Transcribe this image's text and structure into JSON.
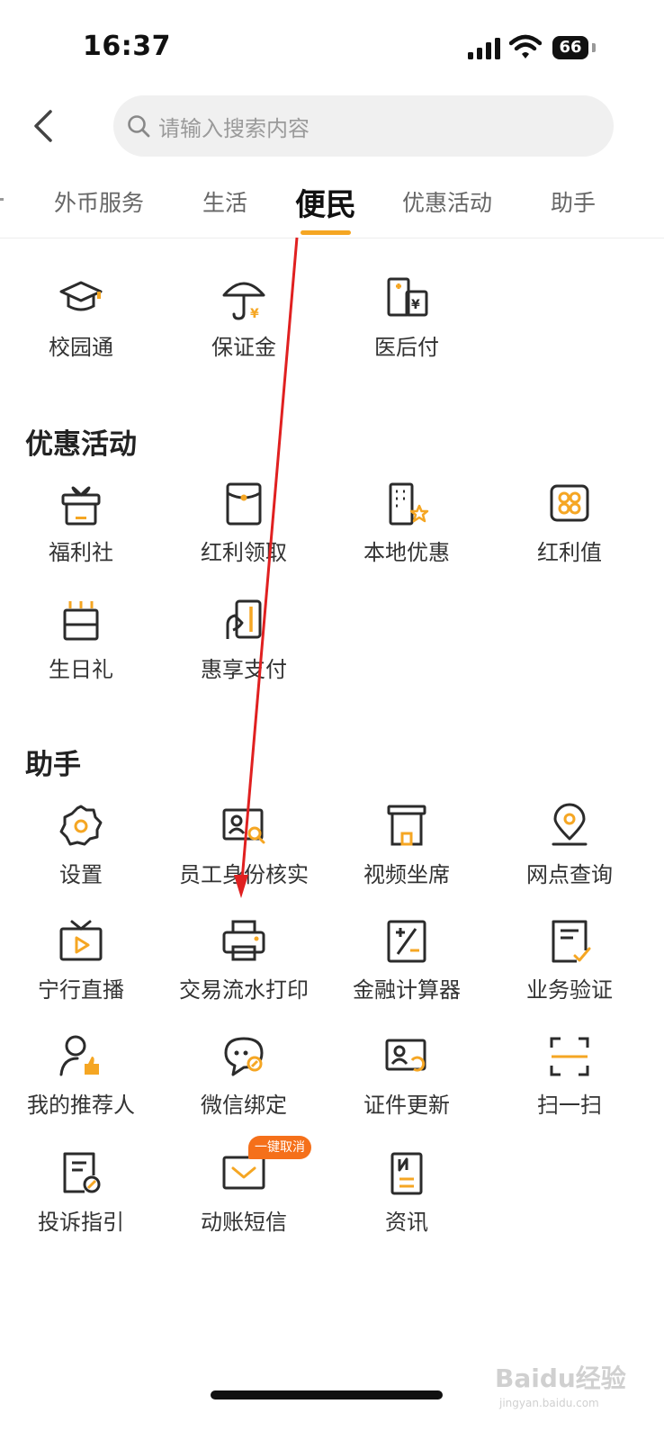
{
  "status": {
    "time": "16:37",
    "battery": "66"
  },
  "search": {
    "placeholder": "请输入搜索内容"
  },
  "tabs": [
    "外币服务",
    "生活",
    "便民",
    "优惠活动",
    "助手"
  ],
  "top_grid": [
    "校园通",
    "保证金",
    "医后付"
  ],
  "sections": {
    "promo": {
      "title": "优惠活动",
      "items": [
        "福利社",
        "红利领取",
        "本地优惠",
        "红利值",
        "生日礼",
        "惠享支付"
      ]
    },
    "assistant": {
      "title": "助手",
      "items": [
        "设置",
        "员工身份核实",
        "视频坐席",
        "网点查询",
        "宁行直播",
        "交易流水打印",
        "金融计算器",
        "业务验证",
        "我的推荐人",
        "微信绑定",
        "证件更新",
        "扫一扫",
        "投诉指引",
        "动账短信",
        "资讯"
      ]
    }
  },
  "badge": "一键取消",
  "watermark": {
    "main": "Baidu经验",
    "sub": "jingyan.baidu.com"
  },
  "colors": {
    "accent": "#f5a623",
    "icon": "#2b2b2b",
    "badge": "#f5701a",
    "arrow": "#e02020"
  }
}
